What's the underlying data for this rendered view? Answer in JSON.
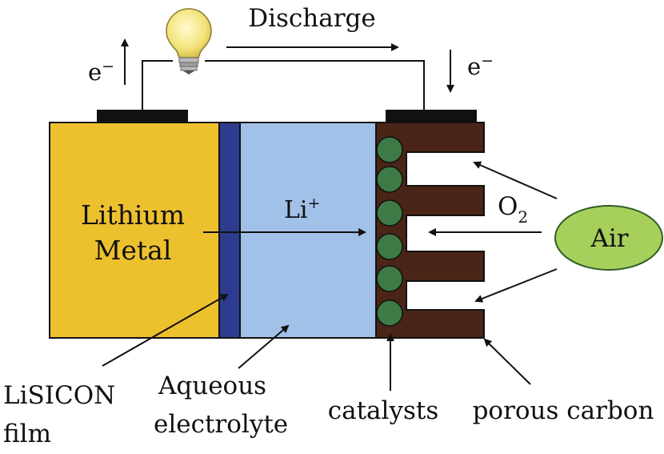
{
  "title": "Discharge",
  "electron_left": "e",
  "electron_right": "e",
  "electron_sup": "−",
  "anode_line1": "Lithium",
  "anode_line2": "Metal",
  "ion_label": "Li",
  "ion_sup": "+",
  "oxygen_label": "O",
  "oxygen_sub": "2",
  "air_label": "Air",
  "lisicon_line1": "LiSICON",
  "lisicon_line2": "film",
  "electrolyte_line1": "Aqueous",
  "electrolyte_line2": "electrolyte",
  "catalysts_label": "catalysts",
  "carbon_label": "porous carbon",
  "colors": {
    "anode": "#EDC02E",
    "film": "#2E3C8F",
    "electrolyte": "#A2C1E8",
    "carbon": "#4A2416",
    "catalyst": "#3E7A46",
    "air": "#A7CF5C",
    "terminal": "#111111"
  }
}
